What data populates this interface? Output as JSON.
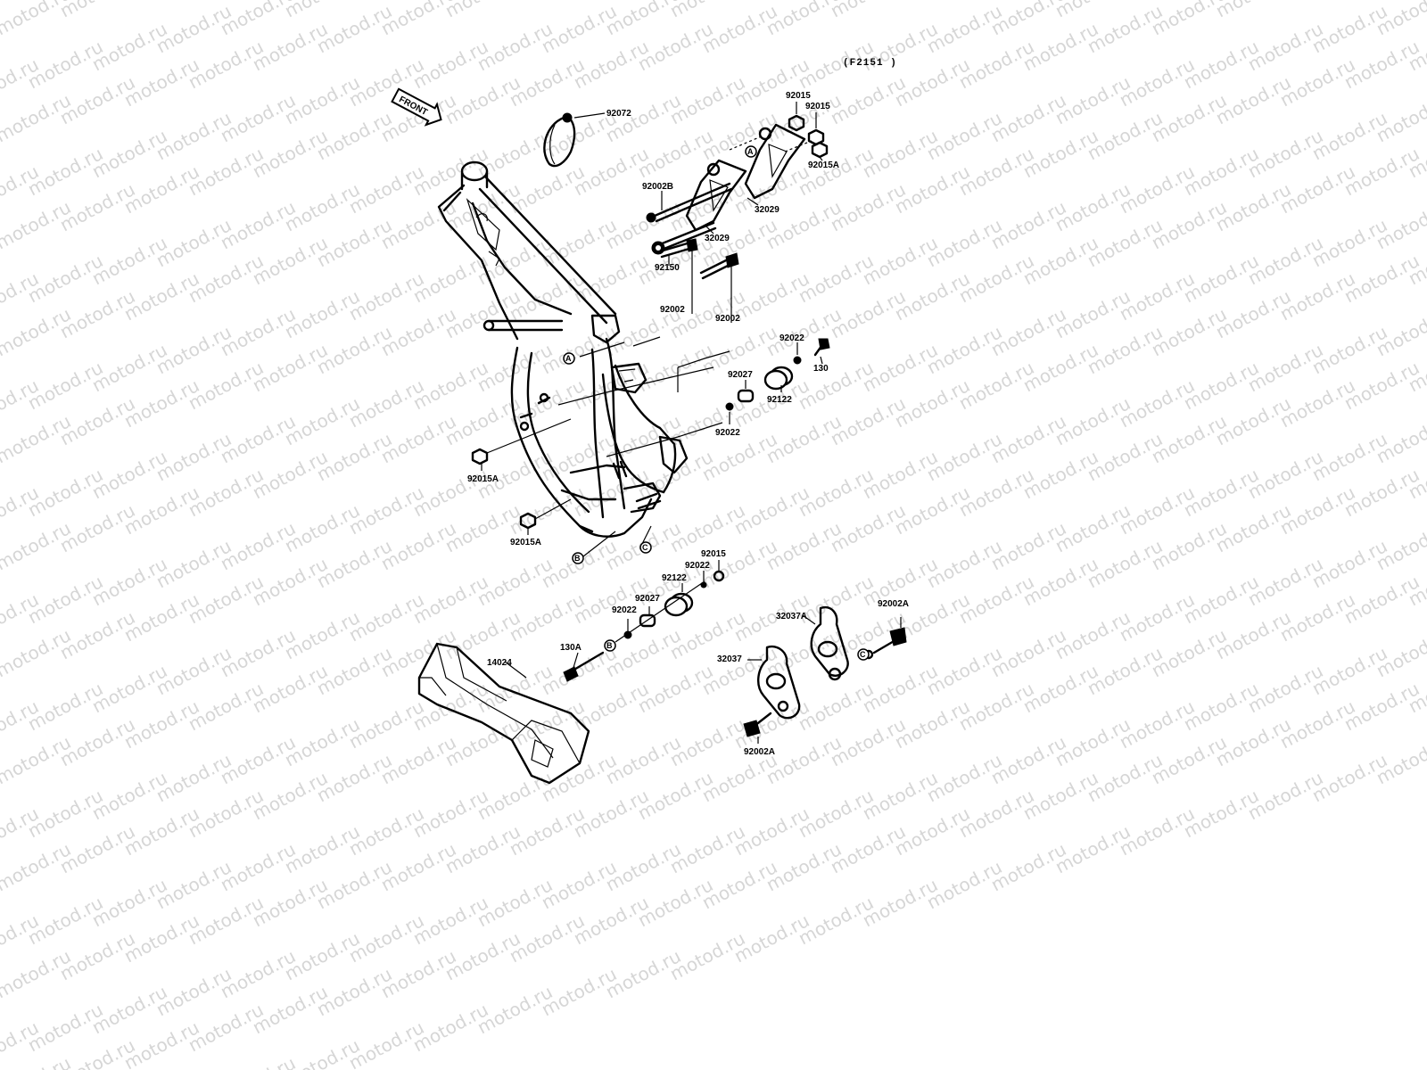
{
  "diagram": {
    "reference": "(F2151 )",
    "watermark": "motod.ru",
    "front_arrow_label": "FRONT",
    "part_labels": {
      "p92072": "92072",
      "p92015_top": "92015",
      "p92015_top2": "92015",
      "p92015A_top": "92015A",
      "p92002B": "92002B",
      "p32029_a": "32029",
      "p32029_b": "32029",
      "p92150": "92150",
      "p92002_a": "92002",
      "p92002_b": "92002",
      "p92022_a": "92022",
      "p130": "130",
      "p92027_a": "92027",
      "p92122_a": "92122",
      "p92022_b": "92022",
      "p92015A_a": "92015A",
      "p92015A_b": "92015A",
      "p92015_mid": "92015",
      "p92022_c": "92022",
      "p92122_b": "92122",
      "p92027_b": "92027",
      "p92022_d": "92022",
      "p130A": "130A",
      "p14024": "14024",
      "p32037A": "32037A",
      "p92002A_a": "92002A",
      "p32037": "32037",
      "p92002A_b": "92002A"
    },
    "callouts": {
      "a1": "A",
      "a2": "A",
      "b1": "B",
      "b2": "B",
      "c1": "C",
      "c2": "C"
    }
  }
}
